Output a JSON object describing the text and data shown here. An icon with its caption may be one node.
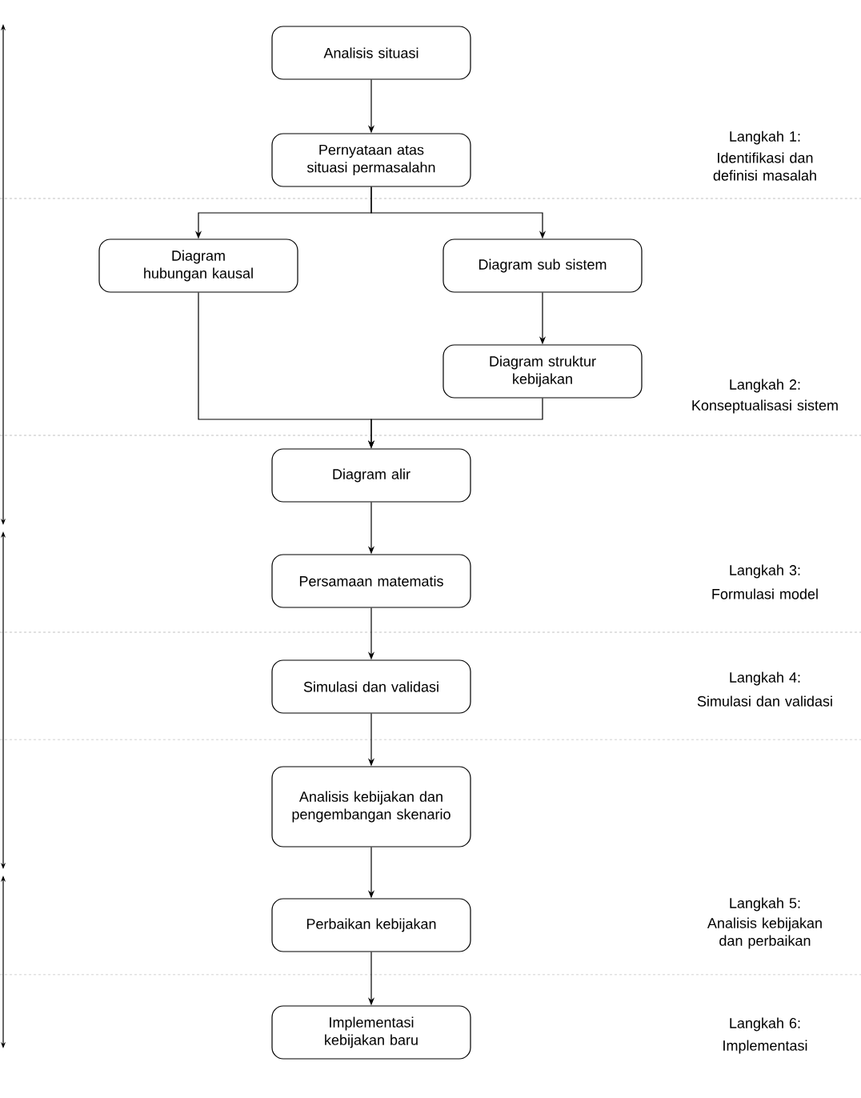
{
  "diagram": {
    "nodes": [
      {
        "text": [
          "Analisis situasi"
        ]
      },
      {
        "text": [
          "Pernyataan atas situasi permasalahn"
        ]
      },
      {
        "text": [
          "Diagram hubungan kausal"
        ]
      },
      {
        "text": [
          "Diagram sub sistem"
        ]
      },
      {
        "text": [
          "Diagram struktur kebijakan"
        ]
      },
      {
        "text": [
          "Diagram alir"
        ]
      },
      {
        "text": [
          "Persamaan matematis"
        ]
      },
      {
        "text": [
          "Simulasi dan validasi"
        ]
      },
      {
        "text": [
          "Analisis kebijakan dan pengembangan skenario"
        ]
      },
      {
        "text": [
          "Perbaikan kebijakan"
        ]
      },
      {
        "text": [
          "Implementasi kebijakan baru"
        ]
      }
    ],
    "edges": [
      {
        "from": 0,
        "to": 1,
        "arrow": "to"
      },
      {
        "from": 1,
        "to": 2,
        "arrow": "to"
      },
      {
        "from": 1,
        "to": 3,
        "arrow": "to"
      },
      {
        "from": 3,
        "to": 4,
        "arrow": "to"
      },
      {
        "from": 2,
        "to": 5,
        "arrow": "to"
      },
      {
        "from": 4,
        "to": 5,
        "arrow": "to"
      },
      {
        "from": 5,
        "to": 6,
        "arrow": "to"
      },
      {
        "from": 6,
        "to": 7,
        "arrow": "to"
      },
      {
        "from": 7,
        "to": 8,
        "arrow": "to"
      },
      {
        "from": 8,
        "to": 9,
        "arrow": "to"
      },
      {
        "from": 9,
        "to": 10,
        "arrow": "to"
      }
    ],
    "labels": [
      "Langkah 1:",
      "Identifikasi dan definisi masalah",
      "Langkah 2:",
      "Konseptualisasi sistem",
      "Langkah 3:",
      "Formulasi model",
      "Langkah 4:",
      "Simulasi dan validasi",
      "Langkah 5:",
      "Analisis kebijakan dan perbaikan",
      "Langkah 6:",
      "Implementasi"
    ]
  }
}
